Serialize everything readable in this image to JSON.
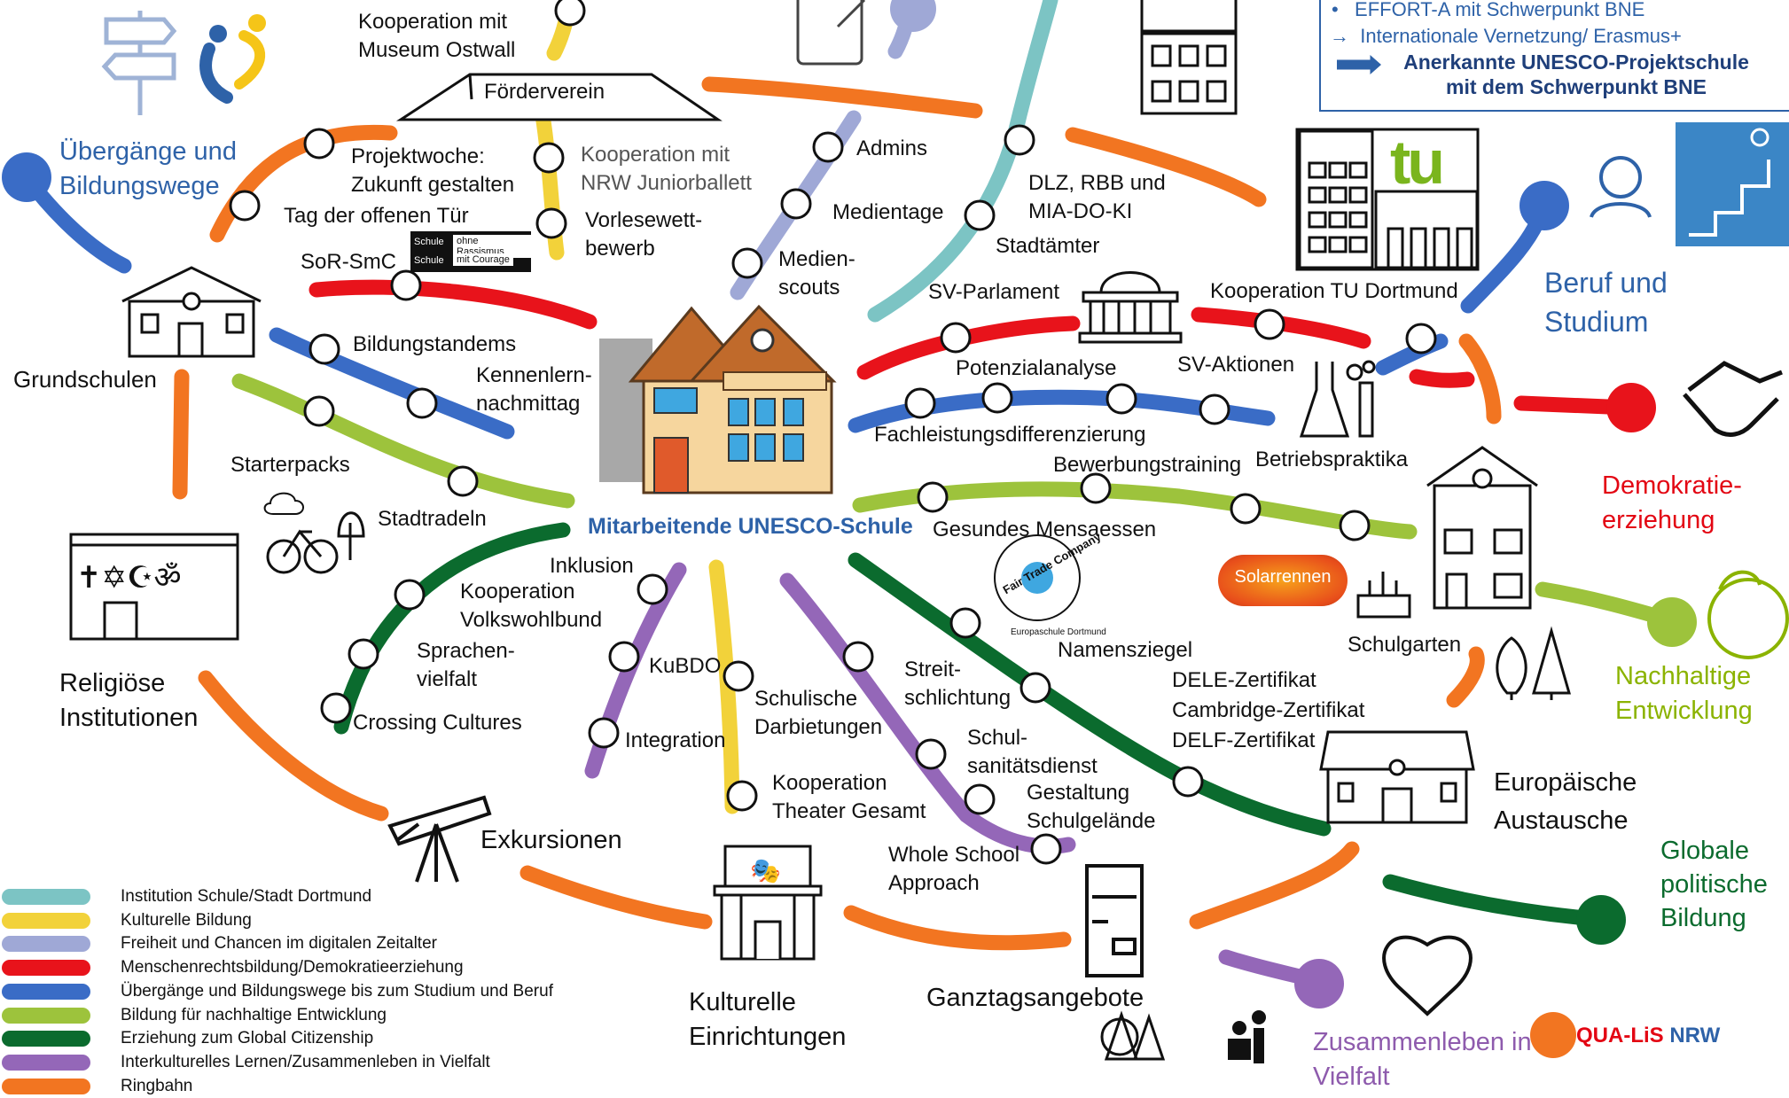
{
  "center": {
    "title": "Mitarbeitende UNESCO-Schule"
  },
  "topbox": {
    "items": [
      "EFFORT-A mit Schwerpunkt BNE",
      "Internationale Vernetzung/ Erasmus+"
    ],
    "highlight": "Anerkannte UNESCO-Projektschule\nmit dem Schwerpunkt BNE"
  },
  "hubs": {
    "uebergaenge": "Übergänge und\nBildungswege",
    "grundschulen": "Grundschulen",
    "religioese": "Religiöse\nInstitutionen",
    "exkursionen": "Exkursionen",
    "kulturelle_einrichtungen": "Kulturelle\nEinrichtungen",
    "ganztag": "Ganztagsangebote",
    "zusammenleben": "Zusammenleben in\nVielfalt",
    "europaeische": "Europäische\nAustausche",
    "globale": "Globale\npolitische\nBildung",
    "nachhaltige": "Nachhaltige\nEntwicklung",
    "demokratie": "Demokratie-\nerziehung",
    "beruf": "Beruf und\nStudium"
  },
  "stations": {
    "museum": "Kooperation mit\nMuseum Ostwall",
    "foerderverein": "Förderverein",
    "projektwoche": "Projektwoche:\nZukunft gestalten",
    "tag_offen": "Tag der offenen Tür",
    "ballett": "Kooperation mit\nNRW Juniorballett",
    "vorlese": "Vorlesewett-\nbewerb",
    "admins": "Admins",
    "medientage": "Medientage",
    "medienscouts": "Medien-\nscouts",
    "dlz": "DLZ, RBB und\nMIA-DO-KI",
    "stadtaemter": "Stadtämter",
    "sor": "SoR-SmC",
    "bildungstandems": "Bildungstandems",
    "kennenlern": "Kennenlern-\nnachmittag",
    "starterpacks": "Starterpacks",
    "stadtradeln": "Stadtradeln",
    "sv_parlament": "SV-Parlament",
    "tu_koop": "Kooperation TU Dortmund",
    "sv_aktionen": "SV-Aktionen",
    "potenzial": "Potenzialanalyse",
    "fachleistung": "Fachleistungsdifferenzierung",
    "bewerbung": "Bewerbungstraining",
    "betrieb": "Betriebspraktika",
    "mensa": "Gesundes Mensaessen",
    "solar": "Solarrennen",
    "schulgarten": "Schulgarten",
    "inklusion": "Inklusion",
    "vhs": "Kooperation\nVolkswohlbund",
    "sprachen": "Sprachen-\nvielfalt",
    "crossing": "Crossing Cultures",
    "kubdo": "KuBDO",
    "integration": "Integration",
    "darbietungen": "Schulische\nDarbietungen",
    "theater": "Kooperation\nTheater Gesamt",
    "streit": "Streit-\nschlichtung",
    "sani": "Schul-\nsanitätsdienst",
    "gelaende": "Gestaltung\nSchulgelände",
    "whole": "Whole School\nApproach",
    "namensziegel": "Namensziegel",
    "dele": "DELE-Zertifikat",
    "cambridge": "Cambridge-Zertifikat",
    "delf": "DELF-Zertifikat"
  },
  "badge": {
    "row1_a": "Schule",
    "row1_b": "ohne Rassismus",
    "row2_a": "Schule",
    "row2_b": "mit Courage"
  },
  "logos": {
    "fairtrade": "Fair Trade Company",
    "europaschule": "Europaschule Dortmund",
    "qualis_a": "QUA-LiS",
    "qualis_b": "NRW",
    "tu": "tu"
  },
  "legend": [
    {
      "label": "Institution Schule/Stadt Dortmund",
      "color": "#7CC4C4"
    },
    {
      "label": "Kulturelle Bildung",
      "color": "#F2D23A"
    },
    {
      "label": "Freiheit und Chancen im digitalen Zeitalter",
      "color": "#9FA8D6"
    },
    {
      "label": "Menschenrechtsbildung/Demokratieerziehung",
      "color": "#E8131B"
    },
    {
      "label": "Übergänge und Bildungswege bis zum Studium und Beruf",
      "color": "#3A6CC6"
    },
    {
      "label": "Bildung für nachhaltige Entwicklung",
      "color": "#9DC33C"
    },
    {
      "label": "Erziehung zum Global Citizenship",
      "color": "#0B6B2E"
    },
    {
      "label": "Interkulturelles Lernen/Zusammenleben in Vielfalt",
      "color": "#9467B8"
    },
    {
      "label": "Ringbahn",
      "color": "#F27521"
    }
  ]
}
